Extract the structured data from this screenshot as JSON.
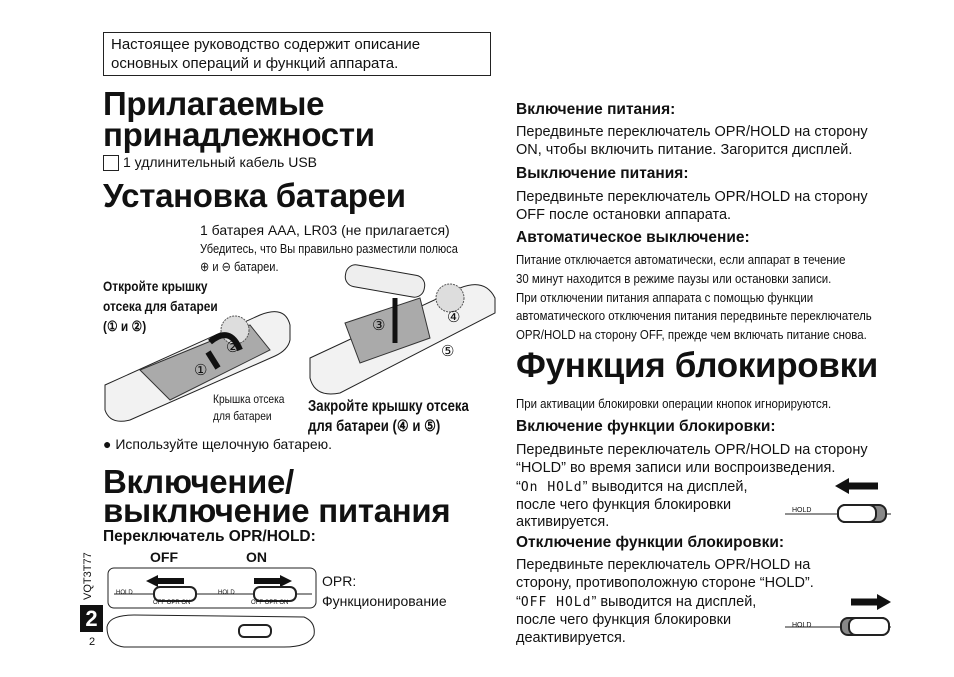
{
  "intro_note": [
    "Настоящее руководство содержит описание",
    "основных операций и функций аппарата."
  ],
  "accessories": {
    "title": [
      "Прилагаемые",
      "принадлежности"
    ],
    "items": [
      "1 удлинительный кабель USB"
    ]
  },
  "battery": {
    "title": "Установка батареи",
    "type": "1 батарея AAA, LR03 (не прилагается)",
    "polarity": [
      "Убедитесь, что Вы правильно разместили полюса",
      "и",
      "батареи."
    ],
    "open_label": [
      "Откройте крышку",
      "отсека для батареи",
      "(① и ②)"
    ],
    "cover_label": [
      "Крышка отсека",
      "для батареи"
    ],
    "close_label": [
      "Закройте крышку отсека",
      "для батареи (④ и ⑤)"
    ],
    "steps": [
      "①",
      "②",
      "③",
      "④",
      "⑤"
    ],
    "note": "● Используйте щелочную батарею."
  },
  "power": {
    "title": [
      "Включение/",
      "выключение питания"
    ],
    "switch_heading": "Переключатель OPR/HOLD:",
    "off": "OFF",
    "on": "ON",
    "hold": "HOLD",
    "switch_marks": "OFF OPR ON",
    "opr": "OPR:",
    "opr_desc": "Функционирование"
  },
  "side": {
    "code": "VQT3T77",
    "section": "2",
    "page": "2"
  },
  "right": {
    "power_on": {
      "title": "Включение питания:",
      "text": [
        "Передвиньте переключатель OPR/HOLD на сторону",
        "ON, чтобы включить питание. Загорится дисплей."
      ]
    },
    "power_off": {
      "title": "Выключение питания:",
      "text": [
        "Передвиньте переключатель OPR/HOLD на сторону",
        "OFF после остановки аппарата."
      ]
    },
    "auto_off": {
      "title": "Автоматическое выключение:",
      "text": [
        "Питание отключается автоматически, если аппарат в течение",
        "30 минут находится в режиме паузы или остановки записи.",
        "При отключении питания аппарата с помощью функции",
        "автоматического отключения питания передвиньте переключатель",
        "OPR/HOLD на сторону OFF, прежде чем включать питание снова."
      ]
    },
    "lock": {
      "title": "Функция блокировки",
      "intro": "При активации блокировки операции кнопок игнорируются.",
      "on": {
        "title": "Включение функции блокировки:",
        "text": [
          "Передвиньте переключатель OPR/HOLD на сторону",
          "“HOLD” во время записи или воспроизведения."
        ],
        "lcd": "On HOLd",
        "after": [
          "” выводится на дисплей,",
          "после чего функция блокировки",
          "активируется."
        ]
      },
      "off": {
        "title": "Отключение функции блокировки:",
        "text": [
          "Передвиньте переключатель OPR/HOLD на",
          "сторону, противоположную стороне “HOLD”."
        ],
        "lcd": "OFF HOLd",
        "after": [
          "” выводится на дисплей,",
          "после чего функция блокировки",
          "деактивируется."
        ]
      }
    }
  }
}
